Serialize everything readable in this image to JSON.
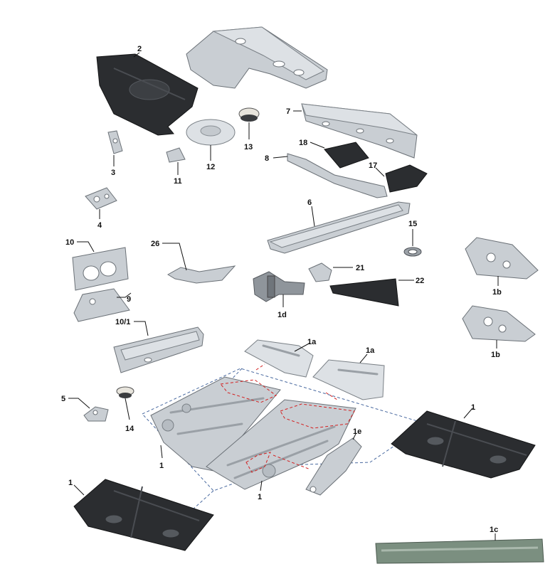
{
  "callouts": {
    "l2": "2",
    "l3": "3",
    "l4": "4",
    "l5": "5",
    "l6": "6",
    "l7": "7",
    "l8": "8",
    "l9": "9",
    "l10": "10",
    "l10_1": "10/1",
    "l11": "11",
    "l12": "12",
    "l13": "13",
    "l14": "14",
    "l15": "15",
    "l17": "17",
    "l18": "18",
    "l21": "21",
    "l22": "22",
    "l26": "26",
    "l1a_left": "1a",
    "l1a_right": "1a",
    "l1b_top": "1b",
    "l1b_bottom": "1b",
    "l1c": "1c",
    "l1d": "1d",
    "l1e": "1e",
    "l1_center_left": "1",
    "l1_center_bottom": "1",
    "l1_black_left": "1",
    "l1_black_right": "1"
  },
  "colors": {
    "metal": "#c9ced3",
    "black_part": "#2b2d30",
    "assembly_dash": "#4a6aa0",
    "weld_dash": "#d42020",
    "sill_green": "#7b8f80"
  }
}
